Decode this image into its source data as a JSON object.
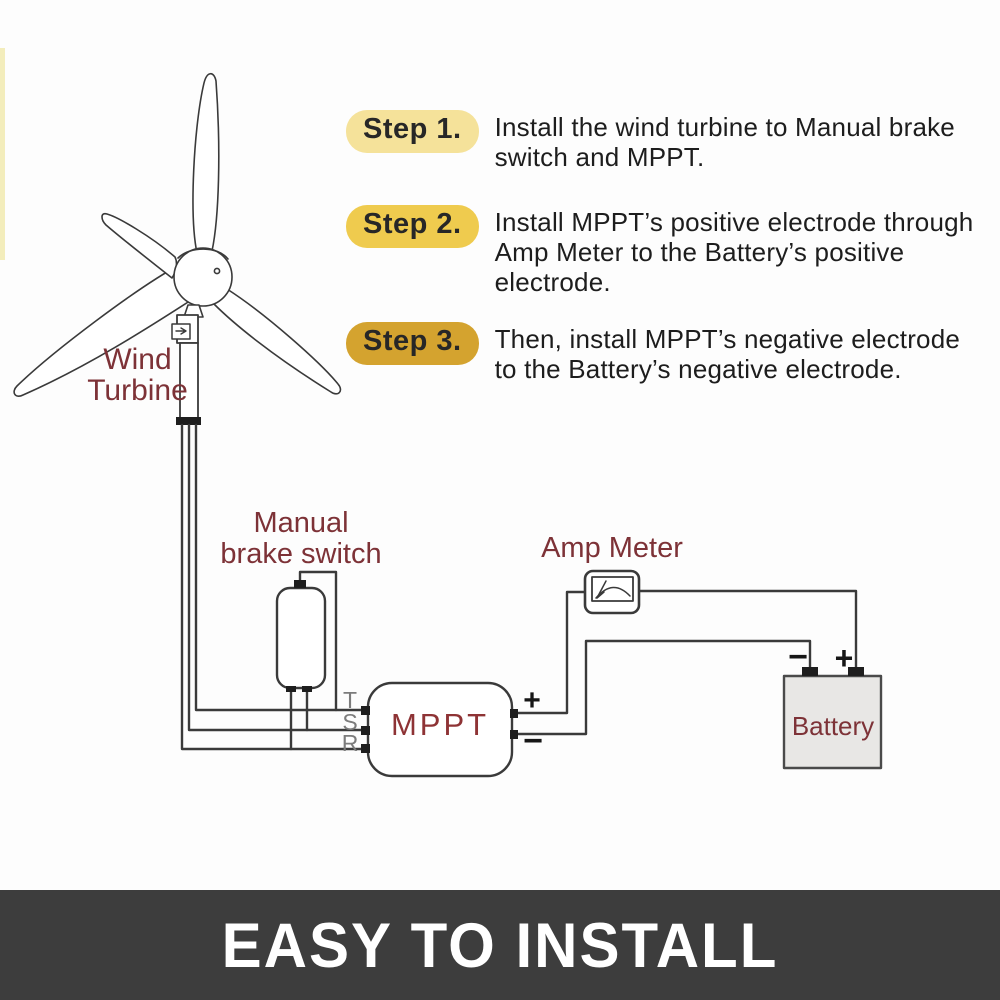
{
  "steps": [
    {
      "badge": "Step 1.",
      "badge_color": "#f5e29a",
      "lines": [
        "Install the wind turbine to Manual brake",
        "switch and MPPT."
      ]
    },
    {
      "badge": "Step 2.",
      "badge_color": "#efcb4e",
      "lines": [
        "Install MPPT’s positive electrode through",
        "Amp Meter to the Battery’s positive",
        "electrode."
      ]
    },
    {
      "badge": "Step 3.",
      "badge_color": "#d4a32f",
      "lines": [
        "Then, install MPPT’s negative electrode",
        "to the Battery’s negative electrode."
      ]
    }
  ],
  "diagram": {
    "labels": {
      "wind_turbine_line1": "Wind",
      "wind_turbine_line2": "Turbine",
      "brake_switch_line1": "Manual",
      "brake_switch_line2": "brake switch",
      "amp_meter": "Amp Meter",
      "mppt": "MPPT",
      "battery": "Battery"
    },
    "terminals": {
      "t": "T",
      "s": "S",
      "r": "R",
      "mppt_plus": "+",
      "mppt_minus": "−",
      "battery_minus": "−",
      "battery_plus": "+"
    },
    "label_color": "#7d3237",
    "wire_color": "#3a3a3a"
  },
  "banner": {
    "label": "EASY TO INSTALL",
    "bg_color": "#3d3d3d",
    "text_color": "#ffffff"
  }
}
